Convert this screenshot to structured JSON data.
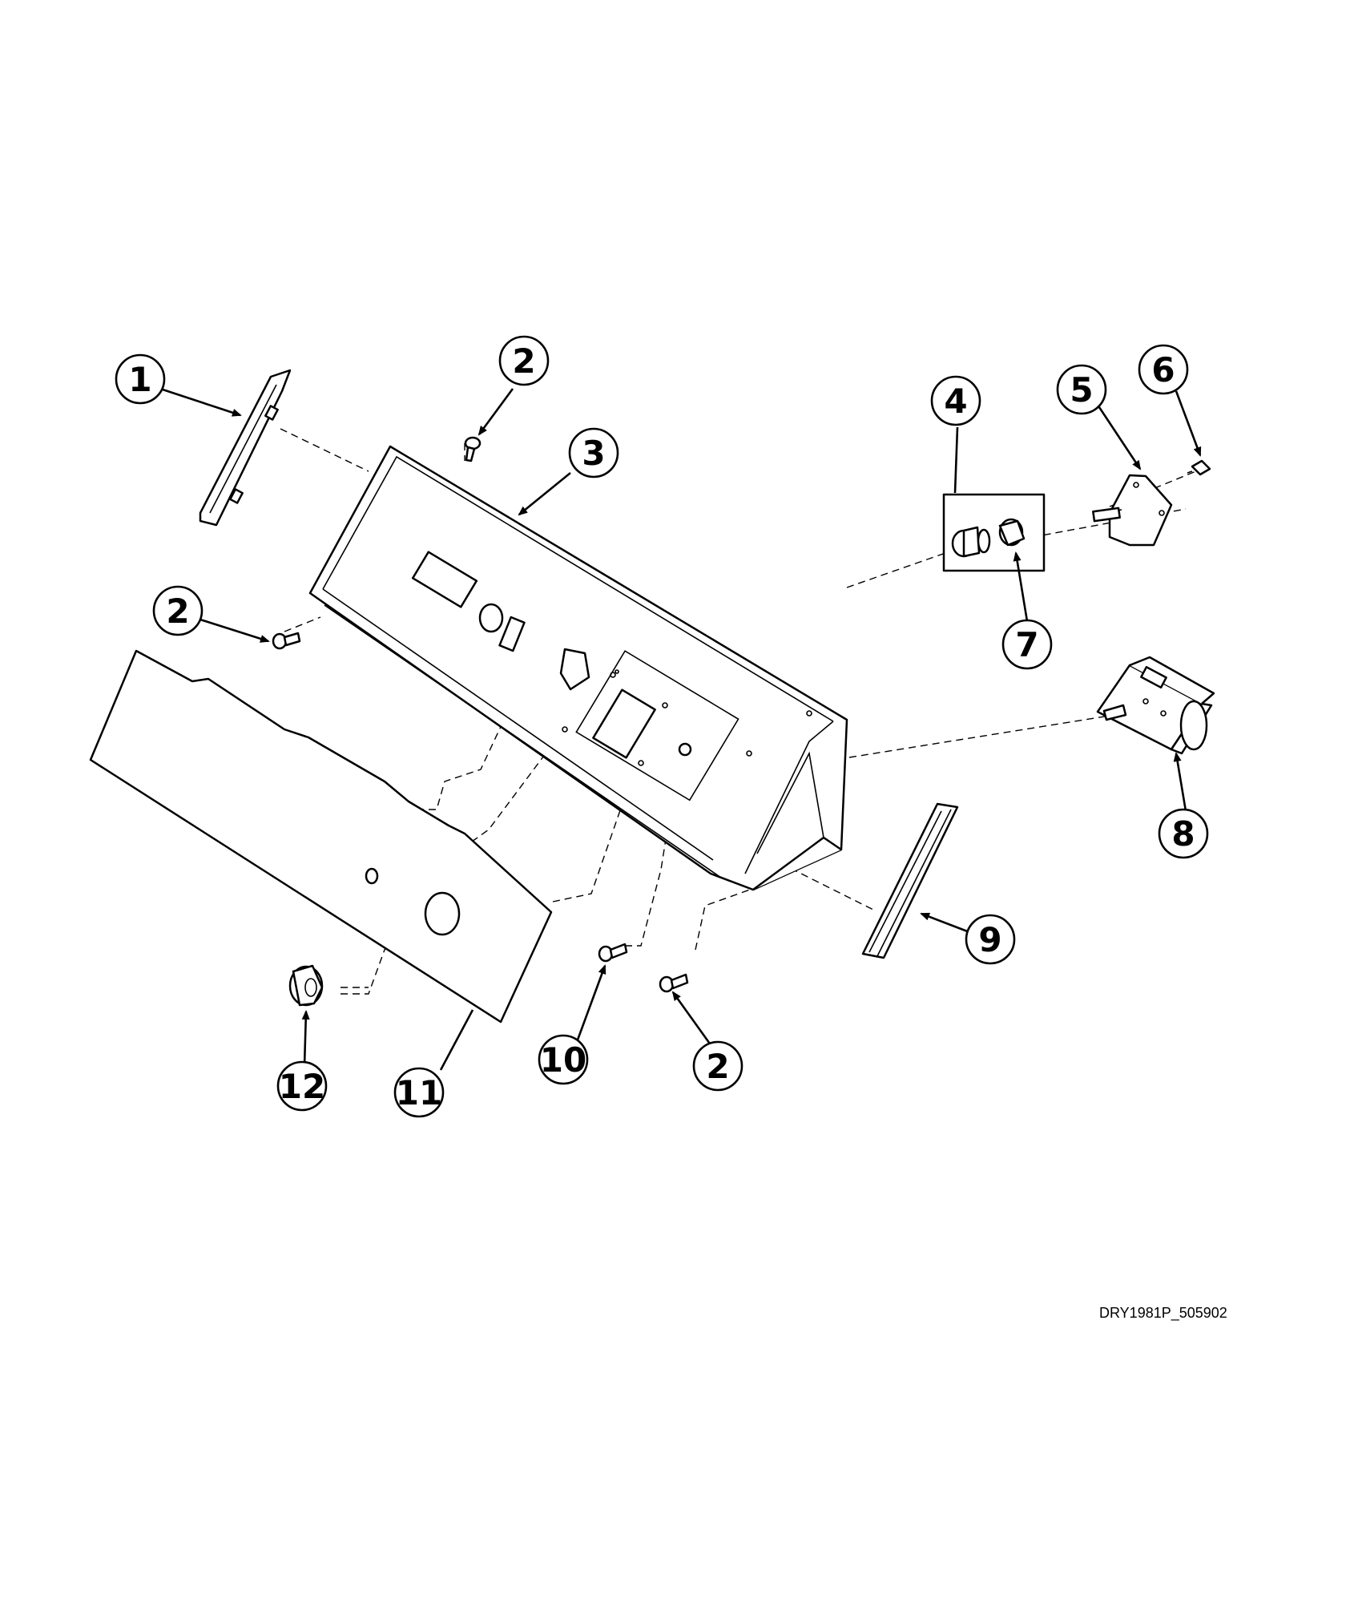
{
  "diagram": {
    "drawing_id": "DRY1981P_505902",
    "callouts": [
      {
        "id": "callout-1",
        "label": "1"
      },
      {
        "id": "callout-2a",
        "label": "2"
      },
      {
        "id": "callout-3",
        "label": "3"
      },
      {
        "id": "callout-4",
        "label": "4"
      },
      {
        "id": "callout-5",
        "label": "5"
      },
      {
        "id": "callout-6",
        "label": "6"
      },
      {
        "id": "callout-2b",
        "label": "2"
      },
      {
        "id": "callout-7",
        "label": "7"
      },
      {
        "id": "callout-8",
        "label": "8"
      },
      {
        "id": "callout-9",
        "label": "9"
      },
      {
        "id": "callout-10",
        "label": "10"
      },
      {
        "id": "callout-2c",
        "label": "2"
      },
      {
        "id": "callout-12",
        "label": "12"
      },
      {
        "id": "callout-11",
        "label": "11"
      }
    ]
  }
}
